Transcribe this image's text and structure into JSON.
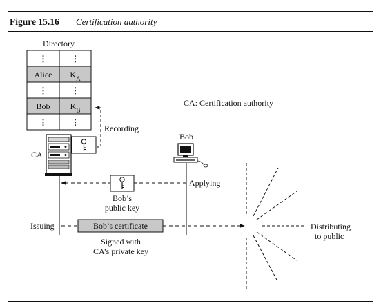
{
  "figure": {
    "number": "Figure 15.16",
    "title": "Certification authority"
  },
  "directory": {
    "title": "Directory",
    "rows": [
      {
        "name": "⋮",
        "key": "⋮",
        "key_sub": "",
        "shaded": false
      },
      {
        "name": "Alice",
        "key": "K",
        "key_sub": "A",
        "shaded": true
      },
      {
        "name": "⋮",
        "key": "⋮",
        "key_sub": "",
        "shaded": false
      },
      {
        "name": "Bob",
        "key": "K",
        "key_sub": "B",
        "shaded": true
      },
      {
        "name": "⋮",
        "key": "⋮",
        "key_sub": "",
        "shaded": false
      }
    ]
  },
  "labels": {
    "ca_legend": "CA: Certification authority",
    "recording": "Recording",
    "ca": "CA",
    "bob": "Bob",
    "applying": "Applying",
    "bobs_public_key_1": "Bob’s",
    "bobs_public_key_2": "public key",
    "issuing": "Issuing",
    "certificate": "Bob’s certificate",
    "signed_1": "Signed with",
    "signed_2": "CA’s private key",
    "distributing_1": "Distributing",
    "distributing_2": "to public"
  },
  "colors": {
    "shade": "#c8c8c8",
    "line": "#111111"
  }
}
